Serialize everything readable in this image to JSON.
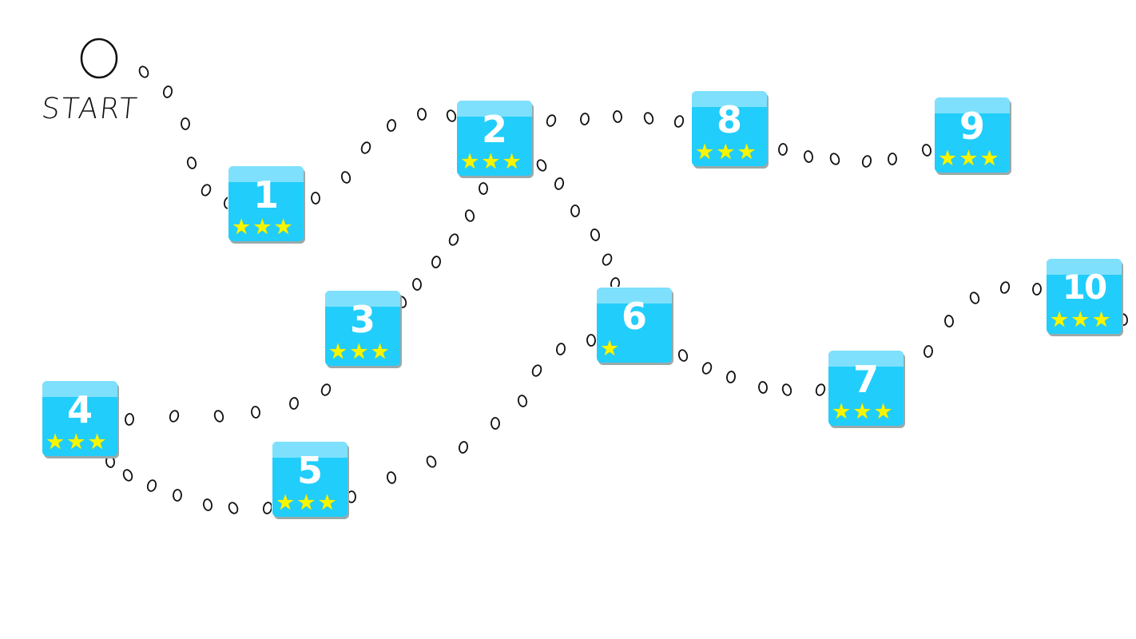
{
  "start_label": "START",
  "levels": [
    {
      "number": "1",
      "stars": 3
    },
    {
      "number": "2",
      "stars": 3
    },
    {
      "number": "3",
      "stars": 3
    },
    {
      "number": "4",
      "stars": 3
    },
    {
      "number": "5",
      "stars": 3
    },
    {
      "number": "6",
      "stars": 1
    },
    {
      "number": "7",
      "stars": 3
    },
    {
      "number": "8",
      "stars": 3
    },
    {
      "number": "9",
      "stars": 3
    },
    {
      "number": "10",
      "stars": 3
    }
  ],
  "colors": {
    "tile": "#21cdfb",
    "tile_top": "#7ee0fd",
    "star": "#f6f600"
  }
}
